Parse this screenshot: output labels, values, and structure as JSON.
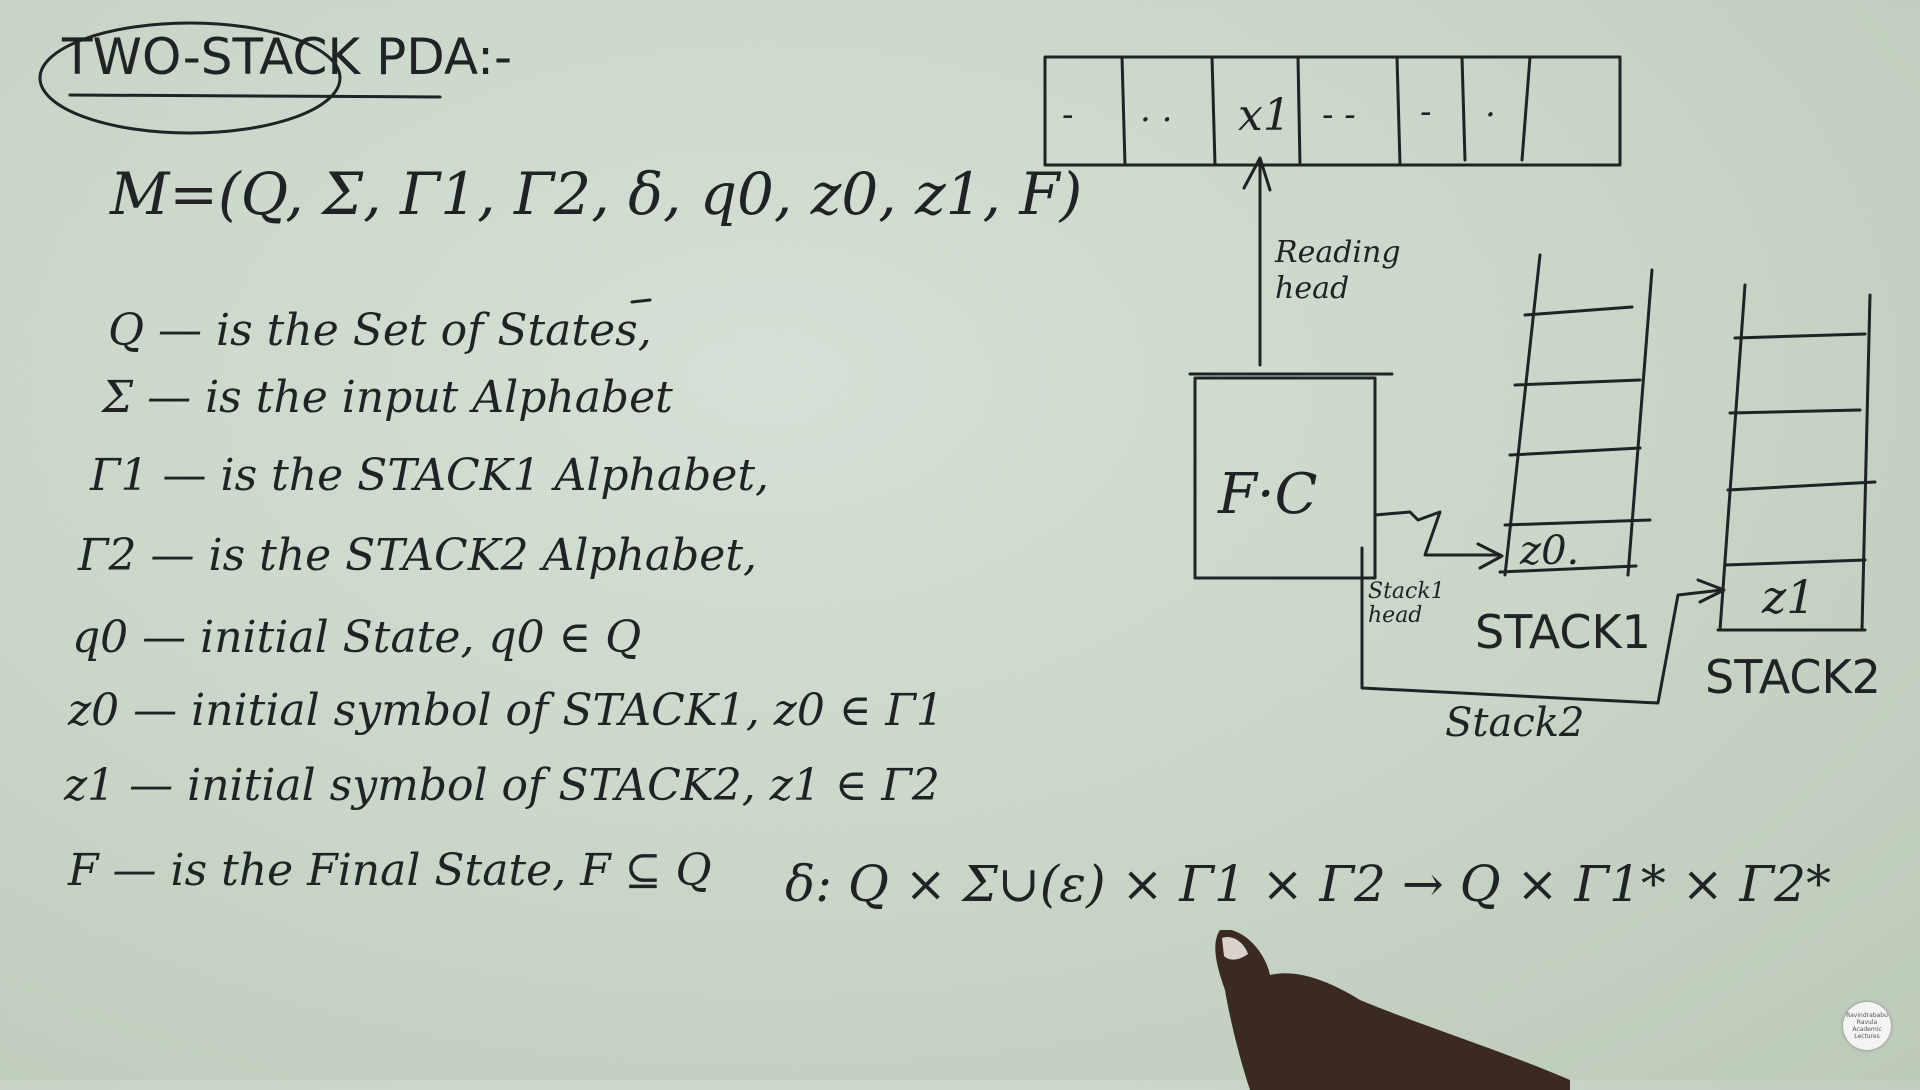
{
  "title": "TWO-STACK PDA:-",
  "tuple": "M=(Q, Σ, Γ1, Γ2, δ, q0, z0, z1, F)",
  "definitions": [
    "Q — is the Set of States,",
    "Σ — is the input Alphabet",
    "Γ1 — is the STACK1 Alphabet,",
    "Γ2 — is the STACK2 Alphabet,",
    "q0 — initial State, q0 ∈ Q",
    "z0 — initial symbol of STACK1, z0 ∈ Γ1",
    "z1 — initial symbol of STACK2, z1 ∈ Γ2",
    "F — is the Final State, F ⊆ Q"
  ],
  "transition": "δ: Q × Σ∪(ε) × Γ1 × Γ2 → Q × Γ1* × Γ2*",
  "diagram": {
    "tape_cells": [
      "-",
      ". .",
      "x1",
      "- -",
      "-",
      "."
    ],
    "reading_head_label": "Reading head",
    "control_label": "F·C",
    "stack1_head_label": "Stack1 head",
    "stack2_head_label": "Stack2",
    "stack1_bottom": "z0.",
    "stack1_label": "STACK1",
    "stack2_bottom": "z1",
    "stack2_label": "STACK2"
  },
  "watermark": "Ravindrababu Ravula Academic Lectures"
}
